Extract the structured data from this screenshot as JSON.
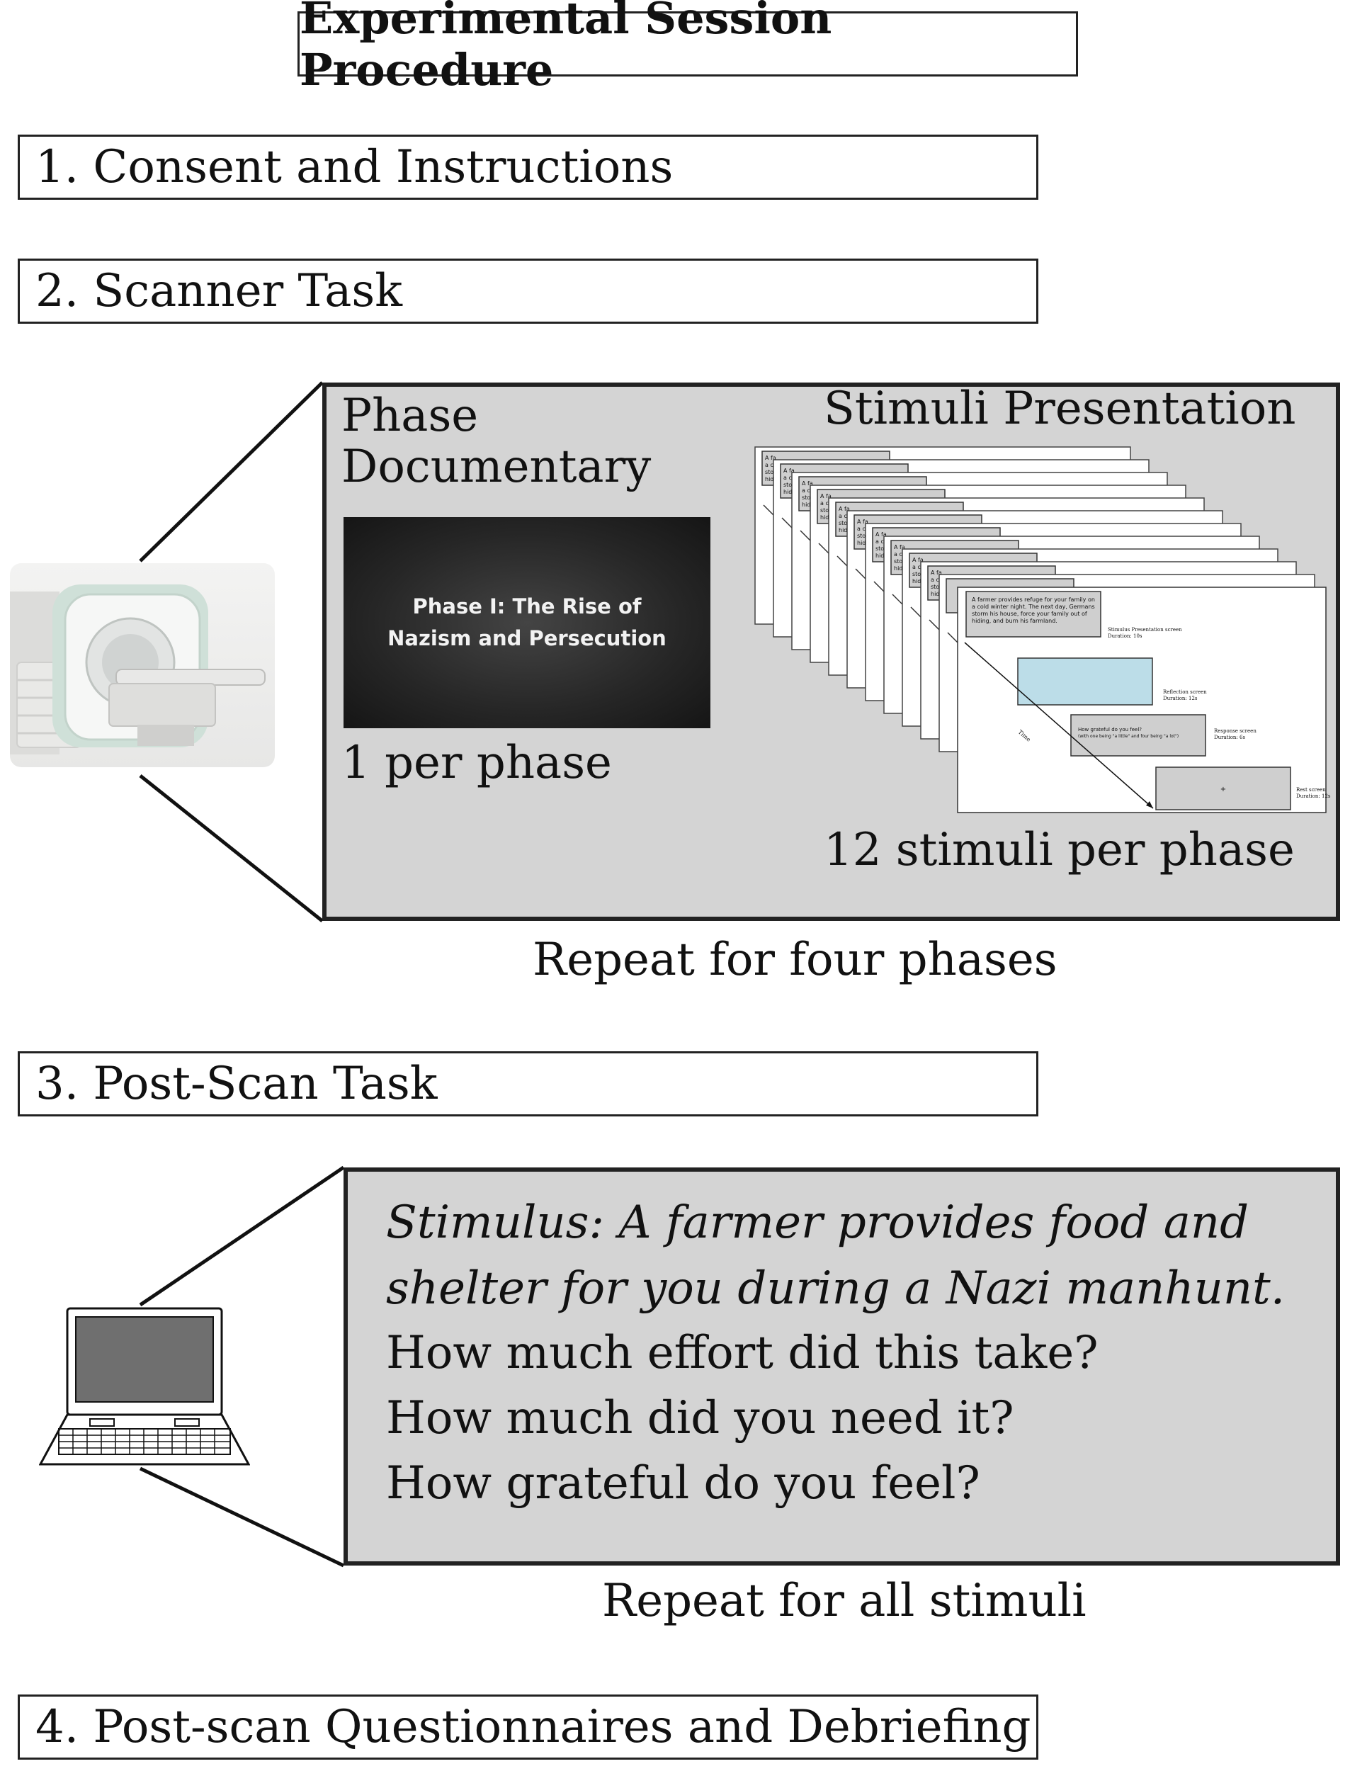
{
  "title": "Experimental Session Procedure",
  "steps": {
    "step1": "1. Consent and Instructions",
    "step2": "2. Scanner Task",
    "step3": "3. Post-Scan Task",
    "step4": "4. Post-scan Questionnaires and Debriefing"
  },
  "scanner_panel": {
    "phase_label": "Phase\nDocumentary",
    "documentary_slide_text": "Phase I: The Rise of\nNazism and Persecution",
    "per_phase_label": "1 per phase",
    "stimuli_title": "Stimuli Presentation",
    "stimuli_count_label": "12 stimuli per phase",
    "repeat_label": "Repeat for four phases",
    "stack_card": {
      "stimulus_text": "A farmer provides refuge for your family on a cold winter night. The next day, Germans storm his house, force your family out of hiding, and burn his farmland.",
      "stimulus_screen_label": "Stimulus Presentation screen",
      "stimulus_duration": "Duration: 10s",
      "reflection_label": "Reflection screen",
      "reflection_duration": "Duration: 12s",
      "response_text": "How grateful do you feel?",
      "response_scale": "(with one being \"a little\" and four being \"a lot\")",
      "response_label": "Response screen",
      "response_duration": "Duration: 6s",
      "rest_symbol": "+",
      "rest_label": "Rest screen",
      "rest_duration": "Duration: 12s",
      "time_label": "Time",
      "partial_stimulus_text": "A fa\na c\nsto\nhid"
    }
  },
  "postscan_panel": {
    "stimulus_line": "Stimulus: A farmer provides food and shelter for you during a Nazi manhunt.",
    "questions": [
      "How much effort did this take?",
      "How much did you need it?",
      "How grateful do you feel?"
    ],
    "repeat_label": "Repeat for all stimuli"
  },
  "colors": {
    "panel_bg": "#d4d4d4",
    "reflection_fill": "#bcdde8",
    "screen_dark": "#2a2a2a"
  }
}
